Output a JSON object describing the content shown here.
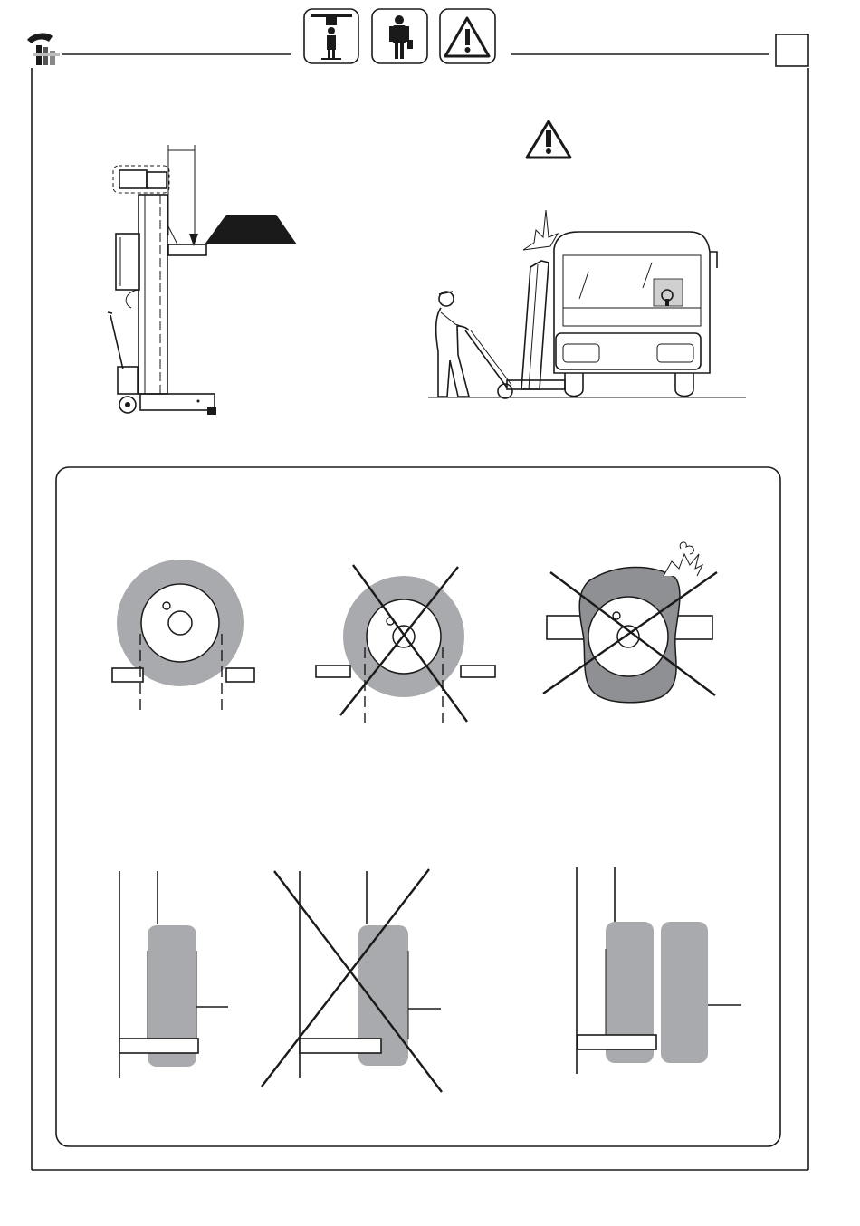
{
  "header": {
    "pictograms": [
      {
        "icon": "operator-under-load-icon"
      },
      {
        "icon": "operator-icon"
      },
      {
        "icon": "warning-triangle-icon"
      }
    ]
  },
  "page_label_box": "",
  "top_section": {
    "left_figure": "lifting-column-side-view",
    "right_figure": "column-collision-with-bus",
    "warning_icon": "warning-triangle-icon"
  },
  "wheel_panel": {
    "front_views": [
      {
        "state": "correct"
      },
      {
        "state": "wrong"
      },
      {
        "state": "wrong"
      }
    ],
    "side_views": [
      {
        "state": "correct"
      },
      {
        "state": "wrong"
      },
      {
        "state": "correct-twin-wheels"
      }
    ]
  }
}
